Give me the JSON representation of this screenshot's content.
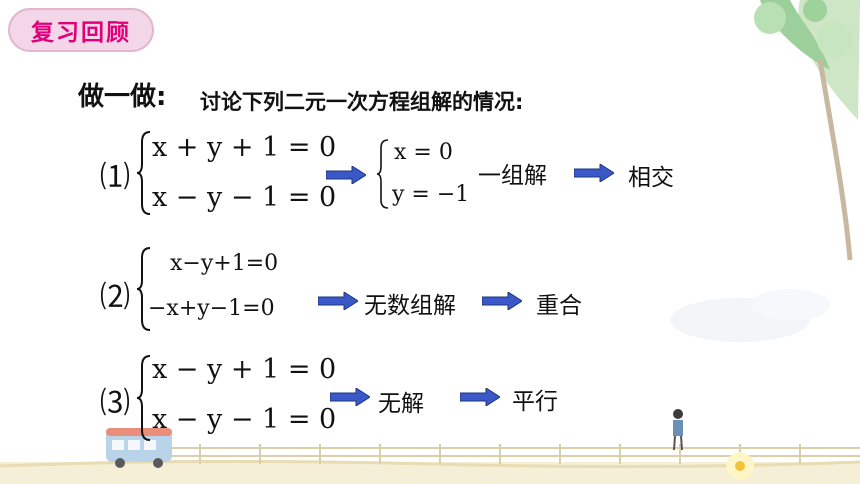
{
  "badge": {
    "label": "复习回顾"
  },
  "heading": "做一做",
  "colon": ":",
  "prompt": "讨论下列二元一次方程组解的情况:",
  "systems": [
    {
      "number": "⑴",
      "eq1": "x + y + 1 = 0",
      "eq2": "x − y − 1 = 0",
      "solution_eq1": "x = 0",
      "solution_eq2": "y = −1",
      "result": "一组解",
      "relation": "相交"
    },
    {
      "number": "⑵",
      "eq1": "x−y+1=0",
      "eq2": "−x+y−1=0",
      "result": "无数组解",
      "relation": "重合"
    },
    {
      "number": "⑶",
      "eq1": "x − y + 1 = 0",
      "eq2": "x − y − 1 = 0",
      "result": "无解",
      "relation": "平行"
    }
  ],
  "colors": {
    "badge_bg": "#f3d7e8",
    "badge_text": "#e0007a",
    "arrow_fill": "#3a58c8"
  }
}
